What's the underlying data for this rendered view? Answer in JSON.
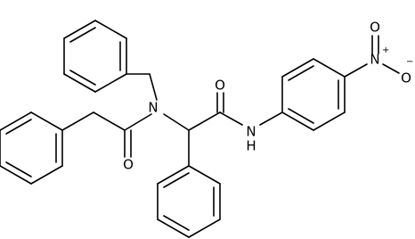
{
  "molecule": {
    "atoms": {
      "n_amide": "N",
      "o_acyl": "O",
      "o_amide": "O",
      "nh_amide": "N",
      "nh_h": "H",
      "n_nitro": "N",
      "n_nitro_charge": "+",
      "o_nitro_top": "O",
      "o_nitro_right": "O",
      "o_nitro_right_charge": "−"
    }
  },
  "colors": {
    "bond": "#000000",
    "background": "#ffffff"
  }
}
